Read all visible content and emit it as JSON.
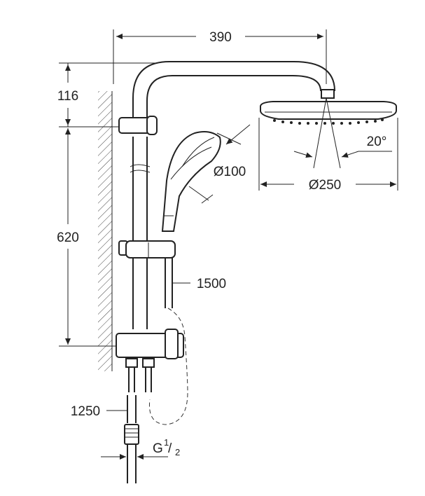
{
  "dimensions": {
    "arm_projection": "390",
    "head_to_bracket": "116",
    "bracket_spacing": "620",
    "hand_shower_diameter": "Ø100",
    "head_diameter": "Ø250",
    "tilt_angle": "20°",
    "shower_hose": "1500",
    "connection_hose": "1250",
    "thread_main": "G",
    "thread_sup": "1",
    "thread_sub": "2",
    "thread_slash": "/"
  }
}
